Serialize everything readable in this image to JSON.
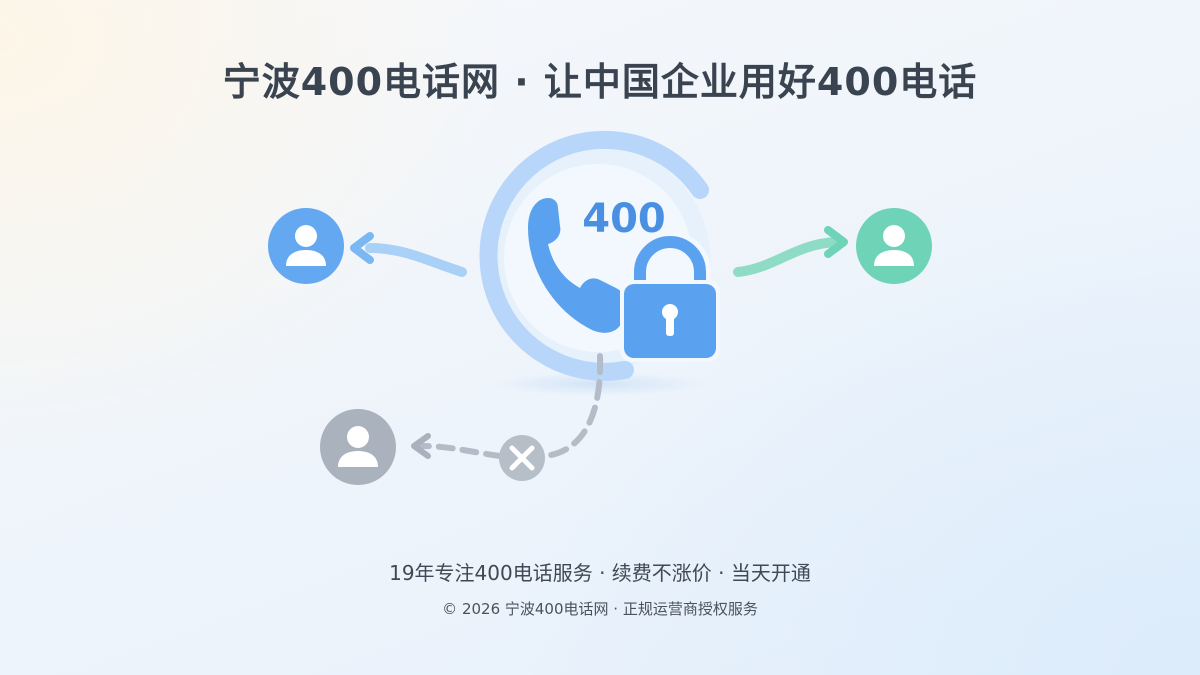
{
  "header": {
    "title": "宁波400电话网 · 让中国企业用好400电话"
  },
  "illustration": {
    "badge_number": "400",
    "icons": [
      "phone-icon",
      "lock-icon",
      "user-icon",
      "close-icon",
      "arrow-icon"
    ],
    "colors": {
      "ring": "#b7d6fa",
      "phone": "#5aa2f0",
      "lock": "#5aa2f0",
      "caller_left": "#64a8f2",
      "caller_right": "#6fd3b8",
      "blocked": "#a9b2bd"
    }
  },
  "footer": {
    "tagline": "19年专注400电话服务 · 续费不涨价 · 当天开通",
    "copyright": "© 2026 宁波400电话网 · 正规运营商授权服务"
  }
}
